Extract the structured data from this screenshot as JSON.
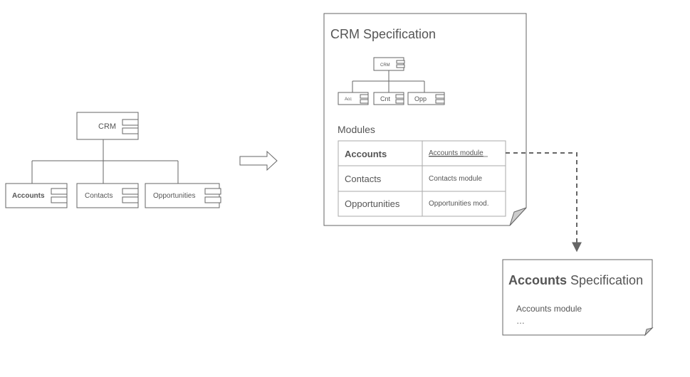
{
  "left_diagram": {
    "root": "CRM",
    "children": [
      "Accounts",
      "Contacts",
      "Opportunities"
    ]
  },
  "crm_spec": {
    "title": "CRM Specification",
    "mini_diagram": {
      "root": "CRM",
      "children": [
        "Acc",
        "Cnt",
        "Opp"
      ]
    },
    "modules_heading": "Modules",
    "rows": [
      {
        "name": "Accounts",
        "link": "Accounts module"
      },
      {
        "name": "Contacts",
        "link": "Contacts module"
      },
      {
        "name": "Opportunities",
        "link": "Opportunities mod."
      }
    ]
  },
  "accounts_spec": {
    "title_bold": "Accounts",
    "title_rest": " Specification",
    "line1": "Accounts module",
    "line2": "…"
  }
}
